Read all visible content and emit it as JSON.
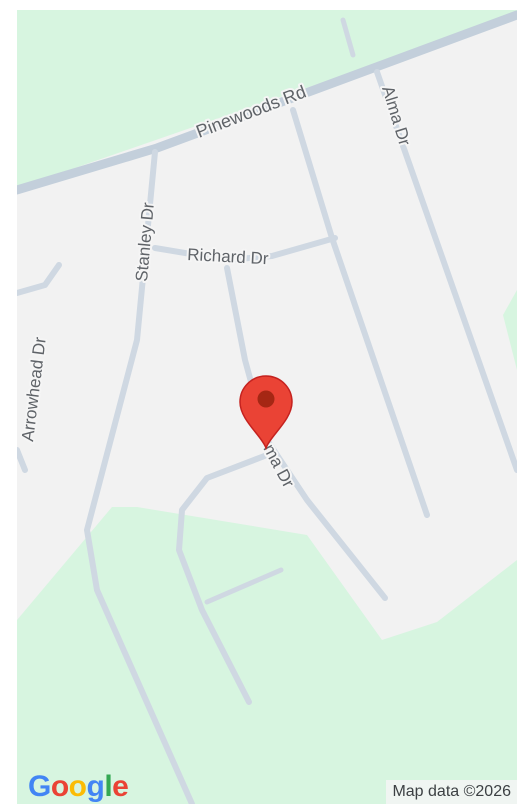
{
  "map": {
    "roads": {
      "pinewoods": "Pinewoods Rd",
      "alma_top": "Alma Dr",
      "alma_lower": "ma Dr",
      "stanley": "Stanley Dr",
      "richard": "Richard Dr",
      "arrowhead": "Arrowhead Dr"
    },
    "attribution": "Map data ©2026",
    "logo": {
      "letters": [
        "G",
        "o",
        "o",
        "g",
        "l",
        "e"
      ],
      "colors": [
        "#4285F4",
        "#EA4335",
        "#FBBC05",
        "#4285F4",
        "#34A853",
        "#EA4335"
      ]
    },
    "colors": {
      "land": "#f2f2f2",
      "park": "#d7f5e0",
      "road": "#cfd8e2",
      "road_major": "#c3cfdb",
      "marker": "#ea4335",
      "marker_dark": "#a52714"
    }
  }
}
